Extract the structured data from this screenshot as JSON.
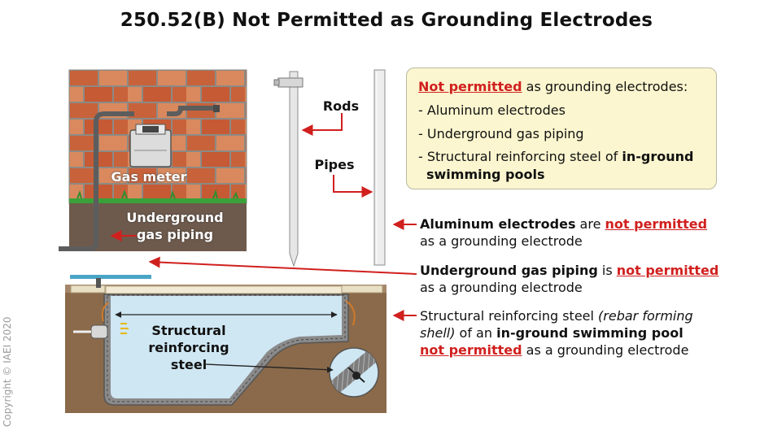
{
  "title": "250.52(B) Not Permitted as Grounding Electrodes",
  "copyright": "Copyright © IAEI 2020",
  "labels": {
    "gas_meter": "Gas meter",
    "underground_line1": "Underground",
    "underground_line2": "gas piping",
    "rods": "Rods",
    "pipes": "Pipes",
    "structural_line1": "Structural",
    "structural_line2": "reinforcing",
    "structural_line3": "steel"
  },
  "infobox": {
    "heading_red": "Not permitted",
    "heading_rest": " as grounding electrodes:",
    "item1": "- Aluminum electrodes",
    "item2": "- Underground gas piping",
    "item3_pre": "- Structural reinforcing steel of ",
    "item3_bold1": "in-ground",
    "item3_bold2": "swimming pools"
  },
  "notes": {
    "aluminum_bold": "Aluminum electrodes",
    "aluminum_mid": " are ",
    "aluminum_red": "not permitted",
    "aluminum_line2": "as a grounding electrode",
    "gas_bold": "Underground gas piping",
    "gas_mid": " is ",
    "gas_red": "not permitted",
    "gas_line2": "as a grounding electrode",
    "steel_pre": "Structural reinforcing steel ",
    "steel_italic1": "(rebar forming",
    "steel_italic2": "shell)",
    "steel_mid": " of an ",
    "steel_bold": "in-ground swimming pool",
    "steel_red": "not permitted",
    "steel_end": " as a grounding electrode"
  },
  "colors": {
    "brick": "#c8623a",
    "brick_light": "#d98a5e",
    "mortar": "#9a9894",
    "soil": "#6e5a4c",
    "pool_soil": "#8a6a4a",
    "water": "#cfe7f3",
    "grass": "#3aa13a",
    "arrow_red": "#d0201e",
    "info_bg": "#fbf6cf"
  }
}
